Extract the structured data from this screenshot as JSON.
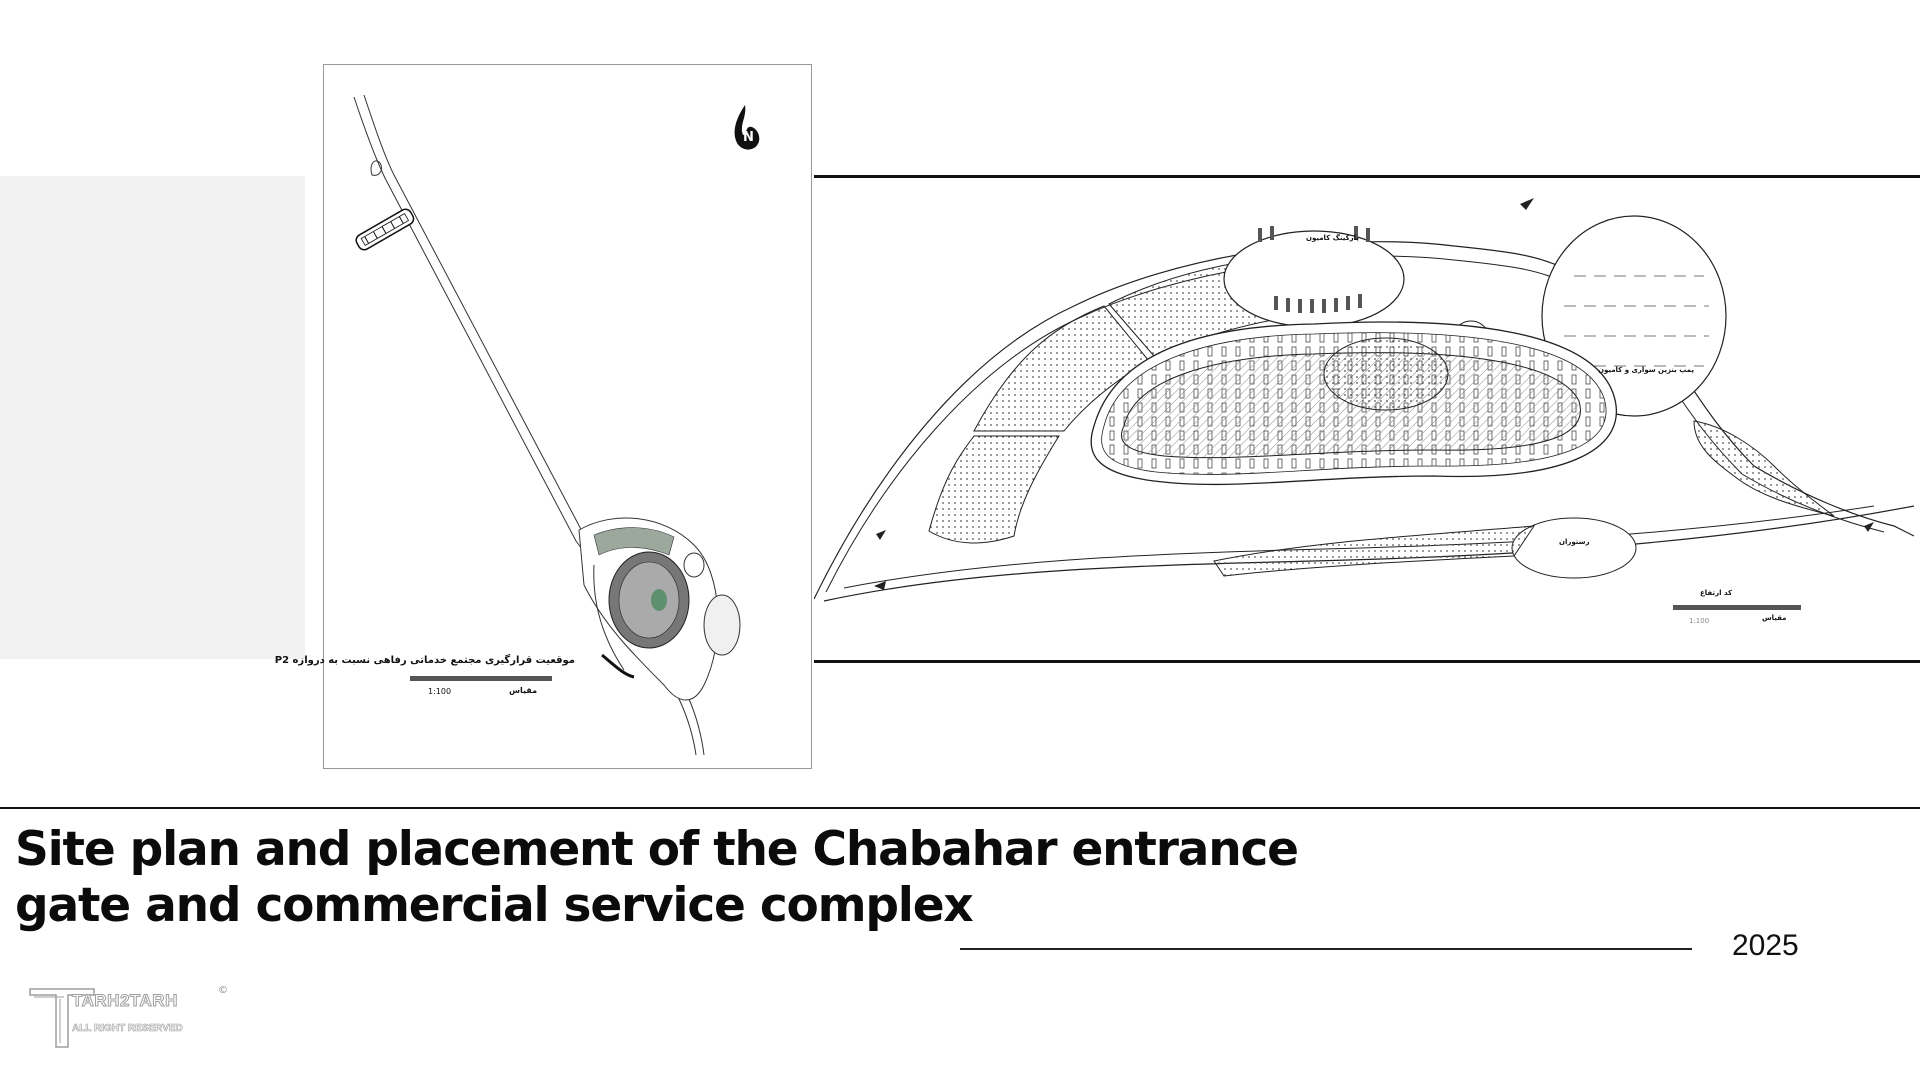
{
  "title": "Site plan and placement of the Chabahar entrance gate and commercial service complex",
  "year": "2025",
  "site_sheet": {
    "caption": "موقعیت قرارگیری مجتمع خدماتی رفاهی نسبت به دروازه P2",
    "scale_label": "مقیاس",
    "scale_value": "1:100"
  },
  "plan": {
    "label_parking": "پارکینگ کامیون",
    "label_station": "پمپ بنزین سواری و کامیون",
    "label_restaurant": "رستوران",
    "label_plan": "کد ارتفاع",
    "scale_label": "مقیاس",
    "scale_value": "1:100"
  },
  "logo": {
    "name": "TARH2TARH",
    "tagline": "ALL RIGHT RESERVED",
    "mark": "©"
  },
  "colors": {
    "text": "#111111",
    "panel_grey": "#f2f2f2",
    "vegetation": "#1a1a1a"
  }
}
